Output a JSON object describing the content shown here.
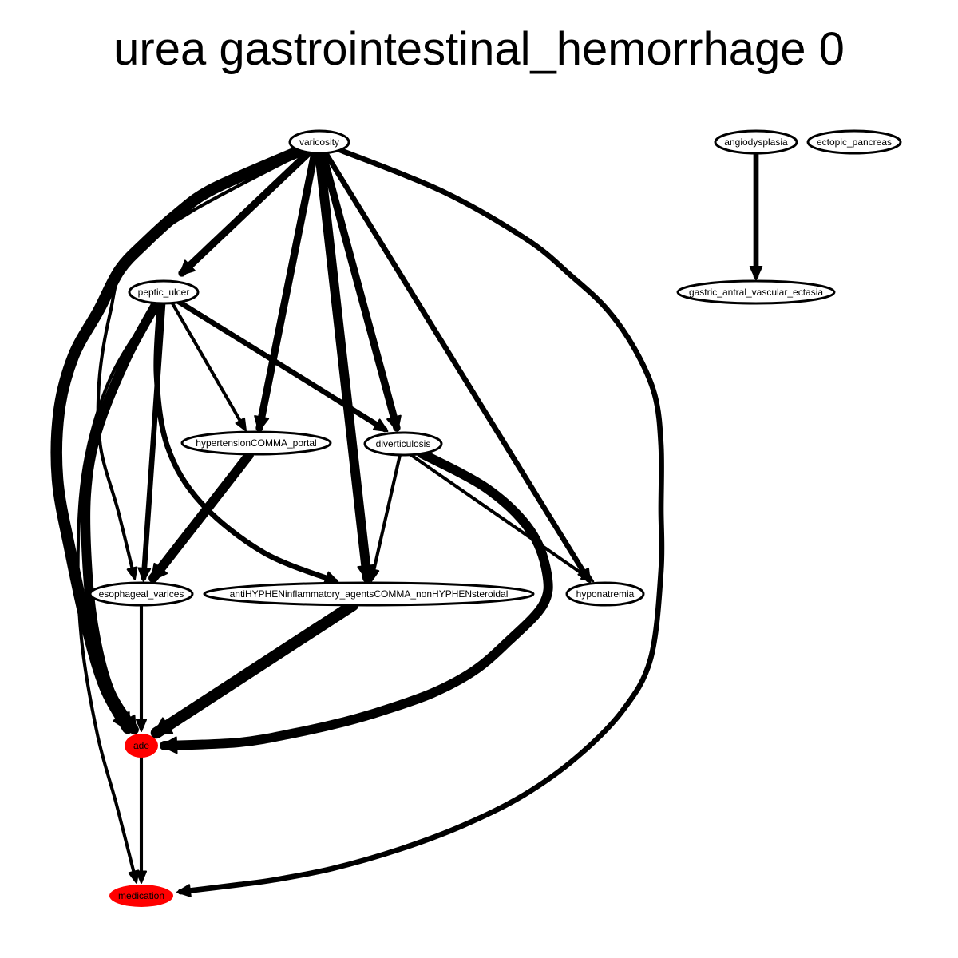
{
  "title": "urea gastrointestinal_hemorrhage 0",
  "colors": {
    "default_fill": "#ffffff",
    "highlight_fill": "#ff0000",
    "stroke": "#000000"
  },
  "nodes": [
    {
      "id": "varicosity",
      "label": "varicosity",
      "highlight": false
    },
    {
      "id": "angiodysplasia",
      "label": "angiodysplasia",
      "highlight": false
    },
    {
      "id": "ectopic_pancreas",
      "label": "ectopic_pancreas",
      "highlight": false
    },
    {
      "id": "peptic_ulcer",
      "label": "peptic_ulcer",
      "highlight": false
    },
    {
      "id": "gastric_antral_vascular_ectasia",
      "label": "gastric_antral_vascular_ectasia",
      "highlight": false
    },
    {
      "id": "hypertension_portal",
      "label": "hypertensionCOMMA_portal",
      "highlight": false
    },
    {
      "id": "diverticulosis",
      "label": "diverticulosis",
      "highlight": false
    },
    {
      "id": "esophageal_varices",
      "label": "esophageal_varices",
      "highlight": false
    },
    {
      "id": "nsaid",
      "label": "antiHYPHENinflammatory_agentsCOMMA_nonHYPHENsteroidal",
      "highlight": false
    },
    {
      "id": "hyponatremia",
      "label": "hyponatremia",
      "highlight": false
    },
    {
      "id": "ade",
      "label": "ade",
      "highlight": true
    },
    {
      "id": "medication",
      "label": "medication",
      "highlight": true
    }
  ],
  "edges": [
    {
      "from": "varicosity",
      "to": "ade",
      "weight": 5
    },
    {
      "from": "varicosity",
      "to": "peptic_ulcer",
      "weight": 3
    },
    {
      "from": "varicosity",
      "to": "hypertension_portal",
      "weight": 3
    },
    {
      "from": "varicosity",
      "to": "nsaid",
      "weight": 4
    },
    {
      "from": "varicosity",
      "to": "diverticulosis",
      "weight": 3
    },
    {
      "from": "varicosity",
      "to": "hyponatremia",
      "weight": 2
    },
    {
      "from": "varicosity",
      "to": "medication",
      "weight": 2
    },
    {
      "from": "varicosity",
      "to": "esophageal_varices",
      "weight": 1
    },
    {
      "from": "angiodysplasia",
      "to": "gastric_antral_vascular_ectasia",
      "weight": 2
    },
    {
      "from": "peptic_ulcer",
      "to": "ade",
      "weight": 4
    },
    {
      "from": "peptic_ulcer",
      "to": "esophageal_varices",
      "weight": 2
    },
    {
      "from": "peptic_ulcer",
      "to": "hypertension_portal",
      "weight": 1
    },
    {
      "from": "peptic_ulcer",
      "to": "diverticulosis",
      "weight": 2
    },
    {
      "from": "peptic_ulcer",
      "to": "nsaid",
      "weight": 2
    },
    {
      "from": "peptic_ulcer",
      "to": "medication",
      "weight": 1
    },
    {
      "from": "hypertension_portal",
      "to": "esophageal_varices",
      "weight": 4
    },
    {
      "from": "diverticulosis",
      "to": "nsaid",
      "weight": 1
    },
    {
      "from": "diverticulosis",
      "to": "hyponatremia",
      "weight": 1
    },
    {
      "from": "diverticulosis",
      "to": "ade",
      "weight": 4
    },
    {
      "from": "esophageal_varices",
      "to": "ade",
      "weight": 1
    },
    {
      "from": "nsaid",
      "to": "ade",
      "weight": 5
    },
    {
      "from": "ade",
      "to": "medication",
      "weight": 1
    }
  ]
}
